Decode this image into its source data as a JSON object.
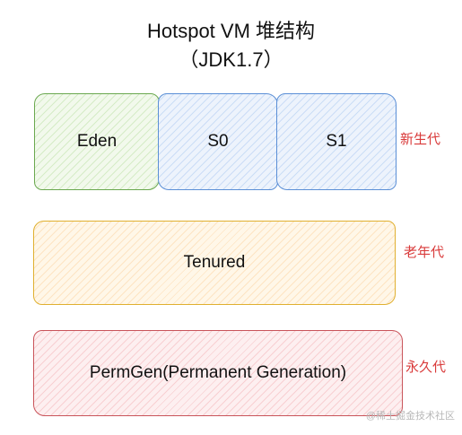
{
  "title": {
    "line1": "Hotspot VM  堆结构",
    "line2": "（JDK1.7）"
  },
  "regions": {
    "eden": "Eden",
    "s0": "S0",
    "s1": "S1",
    "tenured": "Tenured",
    "permgen": "PermGen(Permanent Generation)"
  },
  "side_labels": {
    "young": "新生代",
    "old": "老年代",
    "perm": "永久代"
  },
  "watermark": "@稀土掘金技术社区",
  "colors": {
    "young_eden": "#6aa84f",
    "young_survivor": "#5b8fd6",
    "old": "#e0b030",
    "perm": "#c9545a",
    "side_label": "#d93a3a"
  }
}
